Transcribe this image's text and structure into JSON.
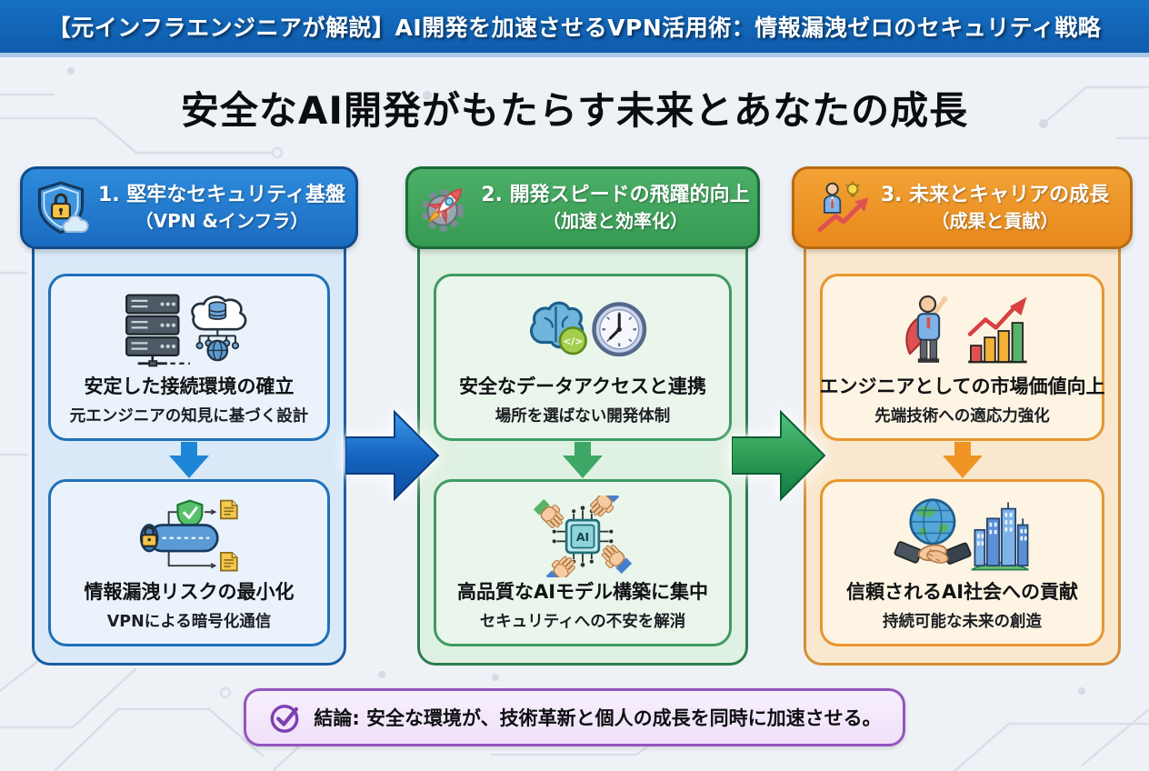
{
  "banner": {
    "title": "【元インフラエンジニアが解説】AI開発を加速させるVPN活用術：情報漏洩ゼロのセキュリティ戦略"
  },
  "heading": "安全なAI開発がもたらす未来とあなたの成長",
  "columns": [
    {
      "header": {
        "line1": "1. 堅牢なセキュリティ基盤",
        "line2": "（VPN &インフラ）",
        "icon": "shield-lock-cloud-icon"
      },
      "accent": "#1B6CC0",
      "cards": [
        {
          "icon": "server-cloud-network-icon",
          "title": "安定した接続環境の確立",
          "subtitle": "元エンジニアの知見に基づく設計"
        },
        {
          "icon": "vpn-tunnel-encryption-icon",
          "title": "情報漏洩リスクの最小化",
          "subtitle": "VPNによる暗号化通信"
        }
      ]
    },
    {
      "header": {
        "line1": "2. 開発スピードの飛躍的向上",
        "line2": "（加速と効率化）",
        "icon": "gear-rocket-icon"
      },
      "accent": "#379A53",
      "cards": [
        {
          "icon": "brain-code-clock-icon",
          "icon_text": "</>",
          "title": "安全なデータアクセスと連携",
          "subtitle": "場所を選ばない開発体制"
        },
        {
          "icon": "ai-chip-teamwork-icon",
          "icon_text": "AI",
          "title": "高品質なAIモデル構築に集中",
          "subtitle": "セキュリティへの不安を解消"
        }
      ]
    },
    {
      "header": {
        "line1": "3. 未来とキャリアの成長",
        "line2": "（成果と貢献）",
        "icon": "person-lightbulb-growth-icon"
      },
      "accent": "#E8891C",
      "cards": [
        {
          "icon": "hero-bar-chart-icon",
          "title": "エンジニアとしての市場価値向上",
          "subtitle": "先端技術への適応力強化"
        },
        {
          "icon": "globe-handshake-city-icon",
          "title": "信頼されるAI社会への貢献",
          "subtitle": "持続可能な未来の創造"
        }
      ]
    }
  ],
  "flow_arrows": [
    {
      "between": "column-1-and-2",
      "color": "#1565C0"
    },
    {
      "between": "column-2-and-3",
      "color": "#2E9E55"
    }
  ],
  "conclusion": {
    "icon": "check-circle-icon",
    "text": "結論: 安全な環境が、技術革新と個人の成長を同時に加速させる。"
  }
}
